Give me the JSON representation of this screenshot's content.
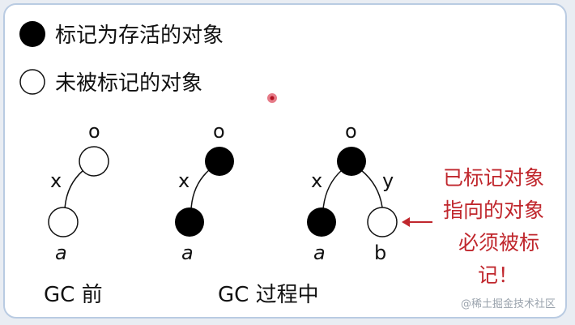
{
  "legend": {
    "marked_label": "标记为存活的对象",
    "unmarked_label": "未被标记的对象"
  },
  "diagrams": {
    "before": {
      "caption": "GC 前",
      "root_label": "o",
      "edge_label": "x",
      "child_label": "a"
    },
    "during": {
      "caption": "GC 过程中",
      "root_label": "o",
      "edge_label": "x",
      "child_label": "a"
    },
    "during2": {
      "root_label": "o",
      "edge_x_label": "x",
      "edge_y_label": "y",
      "child_a_label": "a",
      "child_b_label": "b"
    }
  },
  "annotation": {
    "line1": "已标记对象",
    "line2": "指向的对象",
    "line3": "必须被标",
    "line4": "记！"
  },
  "watermark": "@稀土掘金技术社区",
  "colors": {
    "node_marked": "#000000",
    "node_unmarked": "#ffffff",
    "annotation": "#c0272d",
    "cursor_dot": "#e05a6a"
  }
}
